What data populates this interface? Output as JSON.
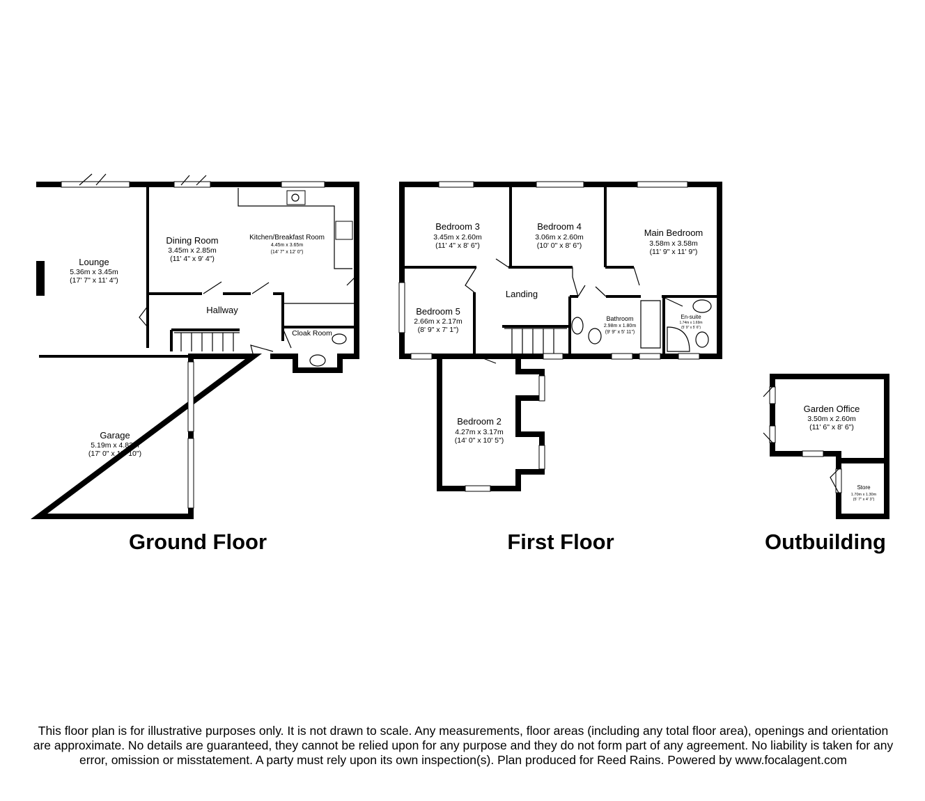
{
  "floors": {
    "ground": {
      "title": "Ground Floor",
      "rooms": [
        {
          "name": "Lounge",
          "metric": "5.36m x 3.45m",
          "imperial": "(17' 7\" x 11' 4\")"
        },
        {
          "name": "Dining Room",
          "metric": "3.45m x 2.85m",
          "imperial": "(11' 4\" x 9' 4\")"
        },
        {
          "name": "Kitchen/Breakfast Room",
          "metric": "4.45m x 3.65m",
          "imperial": "(14' 7\" x 12' 0\")"
        },
        {
          "name": "Hallway"
        },
        {
          "name": "Cloak Room"
        },
        {
          "name": "Garage",
          "metric": "5.19m x 4.83m",
          "imperial": "(17' 0\" x 15' 10\")"
        }
      ]
    },
    "first": {
      "title": "First Floor",
      "rooms": [
        {
          "name": "Bedroom 3",
          "metric": "3.45m x 2.60m",
          "imperial": "(11' 4\" x 8' 6\")"
        },
        {
          "name": "Bedroom 4",
          "metric": "3.06m x 2.60m",
          "imperial": "(10' 0\" x 8' 6\")"
        },
        {
          "name": "Main Bedroom",
          "metric": "3.58m x 3.58m",
          "imperial": "(11' 9\" x 11' 9\")"
        },
        {
          "name": "Landing"
        },
        {
          "name": "Bedroom 5",
          "metric": "2.66m x 2.17m",
          "imperial": "(8' 9\" x 7' 1\")"
        },
        {
          "name": "Bathroom",
          "metric": "2.98m x 1.80m",
          "imperial": "(9' 9\" x 5' 11\")"
        },
        {
          "name": "En-suite",
          "metric": "1.74m x 1.69m",
          "imperial": "(5' 9\" x 5' 6\")"
        },
        {
          "name": "Bedroom 2",
          "metric": "4.27m x 3.17m",
          "imperial": "(14' 0\" x 10' 5\")"
        }
      ]
    },
    "outbuilding": {
      "title": "Outbuilding",
      "rooms": [
        {
          "name": "Garden Office",
          "metric": "3.50m x 2.60m",
          "imperial": "(11' 6\" x 8' 6\")"
        },
        {
          "name": "Store",
          "metric": "1.70m x 1.30m",
          "imperial": "(5' 7\" x 4' 3\")"
        }
      ]
    }
  },
  "disclaimer": "This floor plan is for illustrative purposes only. It is not drawn to scale. Any measurements, floor areas (including any total floor area), openings and orientation are approximate. No details are guaranteed, they cannot be relied upon for any purpose and they do not form part of any agreement. No liability is taken for any error, omission or misstatement. A party must rely upon its own inspection(s). Plan produced for Reed Rains. Powered by www.focalagent.com"
}
